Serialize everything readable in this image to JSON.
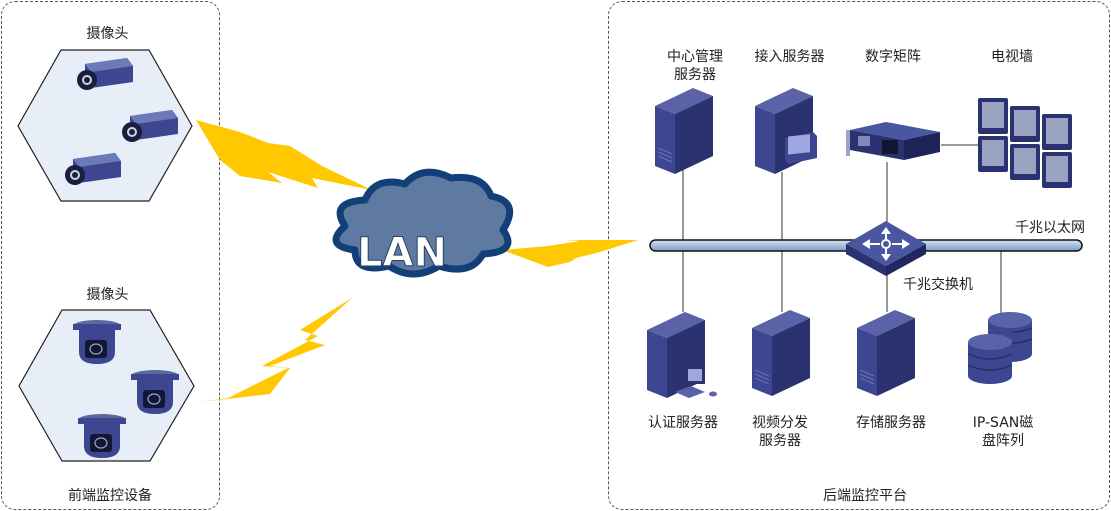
{
  "front_end": {
    "title": "前端监控设备",
    "groups": [
      {
        "label": "摄像头",
        "device_type": "box-camera",
        "count": 3
      },
      {
        "label": "摄像头",
        "device_type": "dome-camera",
        "count": 3
      }
    ]
  },
  "network": {
    "cloud_label": "LAN"
  },
  "back_end": {
    "title": "后端监控平台",
    "top_devices": [
      {
        "label_lines": [
          "中心管理",
          "服务器"
        ],
        "icon": "server-tower-icon"
      },
      {
        "label_lines": [
          "接入服务器"
        ],
        "icon": "access-server-icon"
      },
      {
        "label_lines": [
          "数字矩阵"
        ],
        "icon": "digital-matrix-icon"
      },
      {
        "label_lines": [
          "电视墙"
        ],
        "icon": "tv-wall-icon"
      }
    ],
    "bottom_devices": [
      {
        "label_lines": [
          "认证服务器"
        ],
        "icon": "auth-server-icon"
      },
      {
        "label_lines": [
          "视频分发",
          "服务器"
        ],
        "icon": "server-tower-icon"
      },
      {
        "label_lines": [
          "存储服务器"
        ],
        "icon": "server-tower-icon"
      },
      {
        "label_lines": [
          "IP-SAN磁",
          "盘阵列"
        ],
        "icon": "disk-array-icon"
      }
    ],
    "bus_label": "千兆以太网",
    "switch_label": "千兆交换机"
  },
  "colors": {
    "device_dark": "#2b3270",
    "device_mid": "#3d4690",
    "device_light": "#5a63a8",
    "cloud_fill": "#5f7aa0",
    "cloud_stroke": "#123f77",
    "lightning": "#ffc800",
    "hex_fill": "#e8eef7",
    "bus_fill": "#a8c0dc"
  }
}
